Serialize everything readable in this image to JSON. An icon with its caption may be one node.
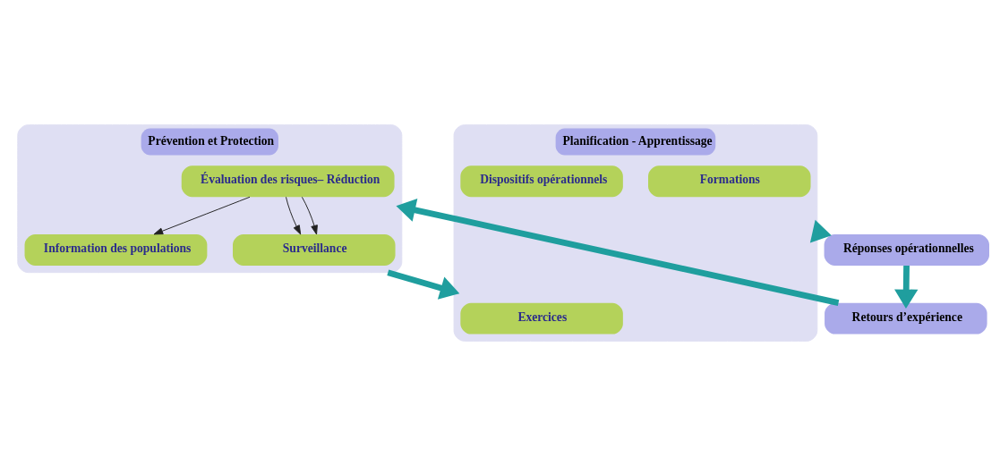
{
  "diagram": {
    "nodes": [
      {
        "text": [
          "Prévention et Protection"
        ]
      },
      {
        "text": [
          "Évaluation des risques– Réduction"
        ],
        "in": 0
      },
      {
        "text": [
          "Information des populations"
        ],
        "in": 0
      },
      {
        "text": [
          "Surveillance"
        ],
        "in": 0
      },
      {
        "text": [
          "Planification - Apprentissage"
        ]
      },
      {
        "text": [
          "Exercices"
        ],
        "in": 4
      },
      {
        "text": [
          "Formations"
        ],
        "in": 4
      },
      {
        "text": [
          "Dispositifs opérationnels"
        ],
        "in": 4
      },
      {
        "text": [
          "Réponses opérationnelles"
        ]
      },
      {
        "text": [
          "Retours d’expérience"
        ]
      }
    ],
    "edges": [
      {
        "from": 1,
        "to": 2,
        "arrow": "to",
        "color": "#222222"
      },
      {
        "from": 1,
        "to": 3,
        "arrow": "to",
        "color": "#222222"
      },
      {
        "from": 1,
        "to": 3,
        "arrow": "to",
        "color": "#222222"
      },
      {
        "from": 0,
        "to": 4,
        "arrow": "to",
        "style": "thick",
        "color": "#1f9e9e"
      },
      {
        "from": 4,
        "to": 8,
        "arrow": "to",
        "style": "thick",
        "color": "#1f9e9e"
      },
      {
        "from": 8,
        "to": 9,
        "arrow": "to",
        "style": "thick",
        "color": "#1f9e9e"
      },
      {
        "from": 9,
        "to": 0,
        "arrow": "to",
        "style": "thick",
        "color": "#1f9e9e"
      }
    ]
  }
}
